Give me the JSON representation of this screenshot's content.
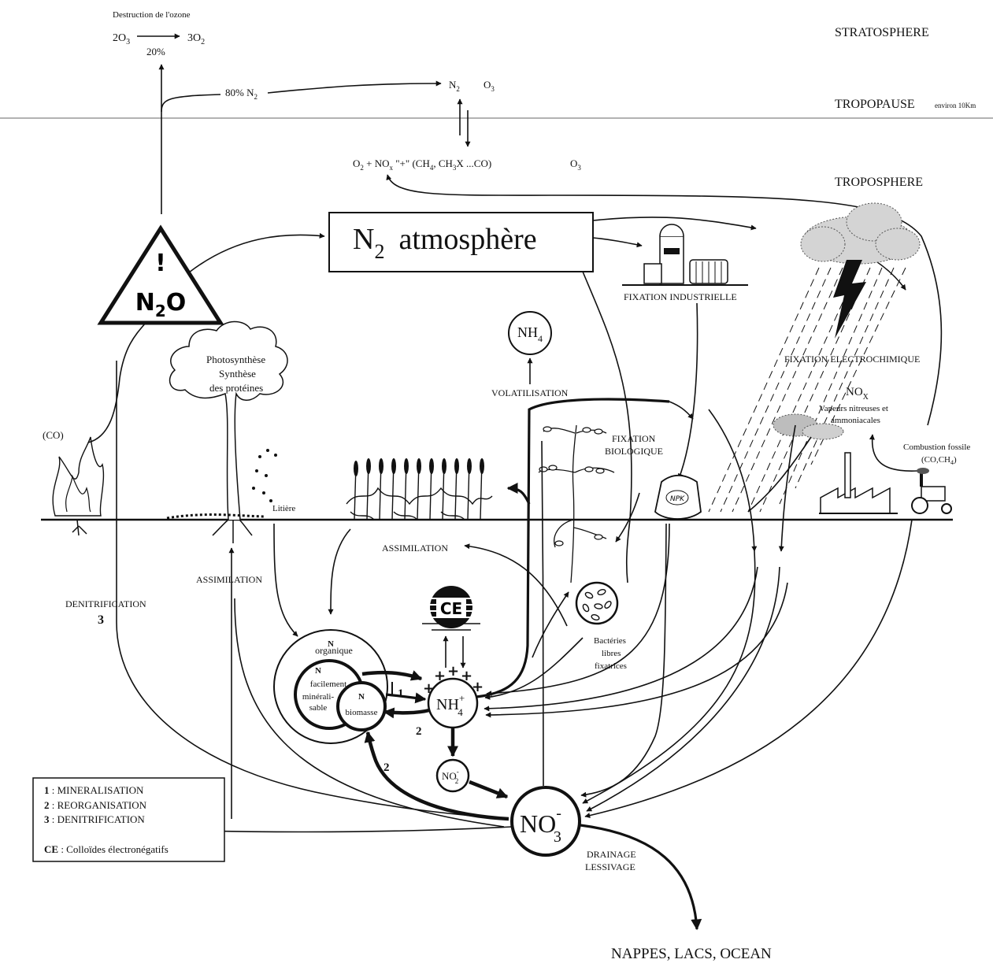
{
  "layers": {
    "stratosphere": "STRATOSPHERE",
    "tropopause": "TROPOPAUSE",
    "tropopause_note": "environ 10Km",
    "troposphere": "TROPOSPHERE"
  },
  "ozone": {
    "title": "Destruction de l'ozone",
    "left": "2O",
    "left_sub": "3",
    "right": "3O",
    "right_sub": "2",
    "percent": "20%"
  },
  "n2_flux": {
    "label": "80% N",
    "label_sub": "2"
  },
  "upper_n2": {
    "label": "N",
    "sub": "2"
  },
  "upper_o3": {
    "label": "O",
    "sub": "3"
  },
  "tropo_reaction": {
    "part1": "O",
    "part1_sub": "2",
    "part2": " + NO",
    "part2_sub": "x",
    "part3": " \"+\" (CH",
    "part3_sub": "4",
    "part4": ", CH",
    "part4_sub": "3",
    "part5": "X  ...CO)",
    "o3": "O",
    "o3_sub": "3"
  },
  "n2_atmosphere": {
    "n": "N",
    "sub": "2",
    "word": "atmosphère"
  },
  "n2o": {
    "mark": "!",
    "n": "N",
    "sub": "2",
    "o": "O"
  },
  "fixation_industrielle": "FIXATION INDUSTRIELLE",
  "fixation_electrochimique": "FIXATION ELECTROCHIMIQUE",
  "nox": {
    "label": "NO",
    "sub": "X",
    "line1": "Vapeurs nitreuses et",
    "line2": "ammoniacales"
  },
  "combustion": {
    "line1": "Combustion fossile",
    "line2": "(CO,CH",
    "line2_sub": "4",
    "line2_end": ")"
  },
  "co_label": "(CO)",
  "tree": {
    "line1": "Photosynthèse",
    "line2": "Synthèse",
    "line3": "des protéines"
  },
  "litiere": "Litière",
  "nh4_gas": {
    "label": "NH",
    "sub": "4"
  },
  "volatilisation": "VOLATILISATION",
  "fixation_biologique": {
    "line1": "FIXATION",
    "line2": "BIOLOGIQUE"
  },
  "npk": "NPK",
  "assimilation_crops": "ASSIMILATION",
  "assimilation_tree": "ASSIMILATION",
  "denitrification": {
    "label": "DENITRIFICATION",
    "num": "3"
  },
  "ce_symbol": "CE",
  "bacteria": {
    "line1": "Bactéries",
    "line2": "libres",
    "line3": "fixatrices"
  },
  "n_organique": {
    "n": "N",
    "label": "organique"
  },
  "n_facile": {
    "n": "N",
    "line1": "facilement",
    "line2": "minérali-",
    "line3": "sable"
  },
  "n_biomasse": {
    "n": "N",
    "label": "biomasse"
  },
  "nh4_soil": {
    "label": "NH",
    "sup": "+",
    "sub": "4"
  },
  "no2": {
    "label": "NO",
    "sup": "-",
    "sub": "2"
  },
  "no3": {
    "label": "NO",
    "sup": "-",
    "sub": "3"
  },
  "process_numbers": {
    "one": "1",
    "two_a": "2",
    "two_b": "2"
  },
  "drainage": {
    "line1": "DRAINAGE",
    "line2": "LESSIVAGE"
  },
  "destination": "NAPPES, LACS, OCEAN",
  "legend": {
    "items": [
      {
        "num": "1",
        "text": " : MINERALISATION"
      },
      {
        "num": "2",
        "text": " : REORGANISATION"
      },
      {
        "num": "3",
        "text": " : DENITRIFICATION"
      },
      {
        "num": "CE",
        "text": " : Colloïdes électronégatifs"
      }
    ]
  }
}
